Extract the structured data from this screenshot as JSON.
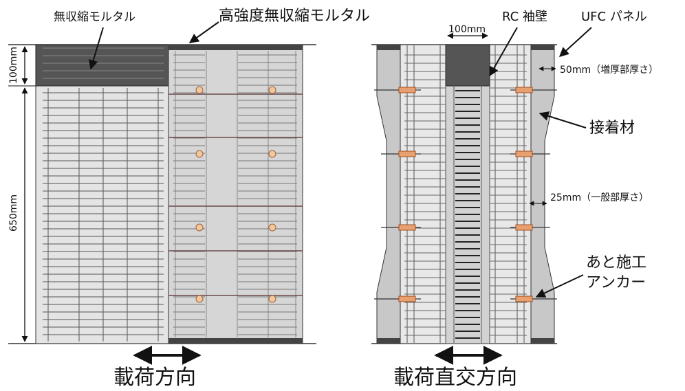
{
  "labels": {
    "mortar": "無収縮モルタル",
    "hs_mortar": "高強度無収縮モルタル",
    "rc_wall": "RC 袖壁",
    "ufc_panel": "UFC パネル",
    "thick_50": "50mm（増厚部厚さ）",
    "adhesive": "接着材",
    "thick_25": "25mm（一般部厚さ）",
    "anchor_line1": "あと施工",
    "anchor_line2": "アンカー",
    "dim_100_vertical": "100mm",
    "dim_650": "650mm",
    "dim_100_top": "100mm",
    "load_dir": "載荷方向",
    "load_dir_perp": "載荷直交方向"
  },
  "colors": {
    "mortar_cap": "#555555",
    "panel_fill": "#d6d6d6",
    "wall_fill": "#e4e4e4",
    "ufc_fill": "#c8c8c8",
    "rebar": "#4a4a4a",
    "anchor": "#e8a070",
    "bolt": "#f0c8a0"
  }
}
